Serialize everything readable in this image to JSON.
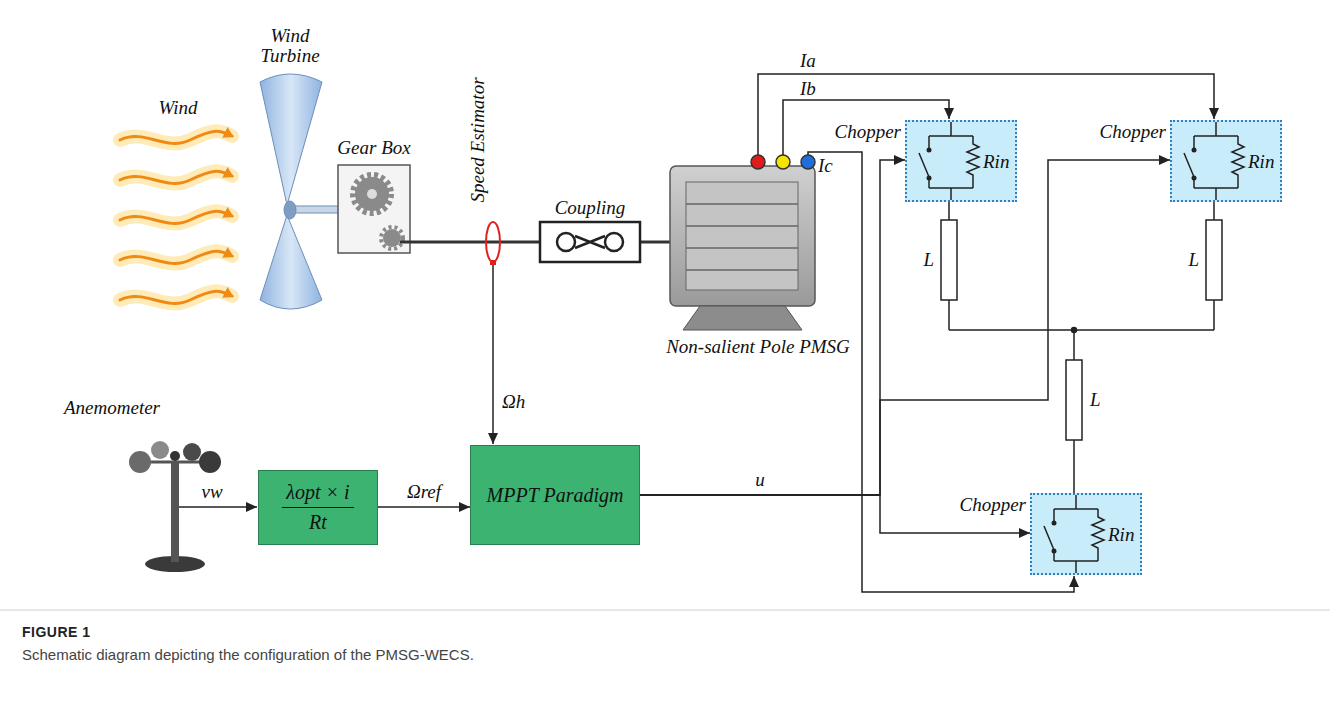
{
  "diagram": {
    "caption": "Schematic diagram depicting the configuration of the PMSG-WECS.",
    "nodes": [
      {
        "text": [
          "λopt × i",
          "Rt"
        ]
      },
      {
        "text": [
          "MPPT Paradigm"
        ]
      },
      {
        "text": [
          "Chopper",
          "Rin"
        ]
      },
      {
        "text": [
          "Chopper",
          "Rin"
        ]
      },
      {
        "text": [
          "Chopper",
          "Rin"
        ]
      }
    ],
    "edges": [
      {
        "from": 0,
        "to": 1,
        "arrow": "to",
        "label": "Ωref"
      },
      {
        "from": 1,
        "to": 2,
        "arrow": "to",
        "label": "u"
      },
      {
        "from": 1,
        "to": 3,
        "arrow": "to"
      },
      {
        "from": 1,
        "to": 4,
        "arrow": "to"
      }
    ],
    "labels": [
      "Wind",
      "Wind Turbine",
      "Gear Box",
      "Speed Estimator",
      "Coupling",
      "Non-salient Pole PMSG",
      "Anemometer",
      "vw",
      "Ωh",
      "Ia",
      "Ib",
      "Ic",
      "L",
      "L",
      "L",
      "FIGURE 1"
    ]
  }
}
